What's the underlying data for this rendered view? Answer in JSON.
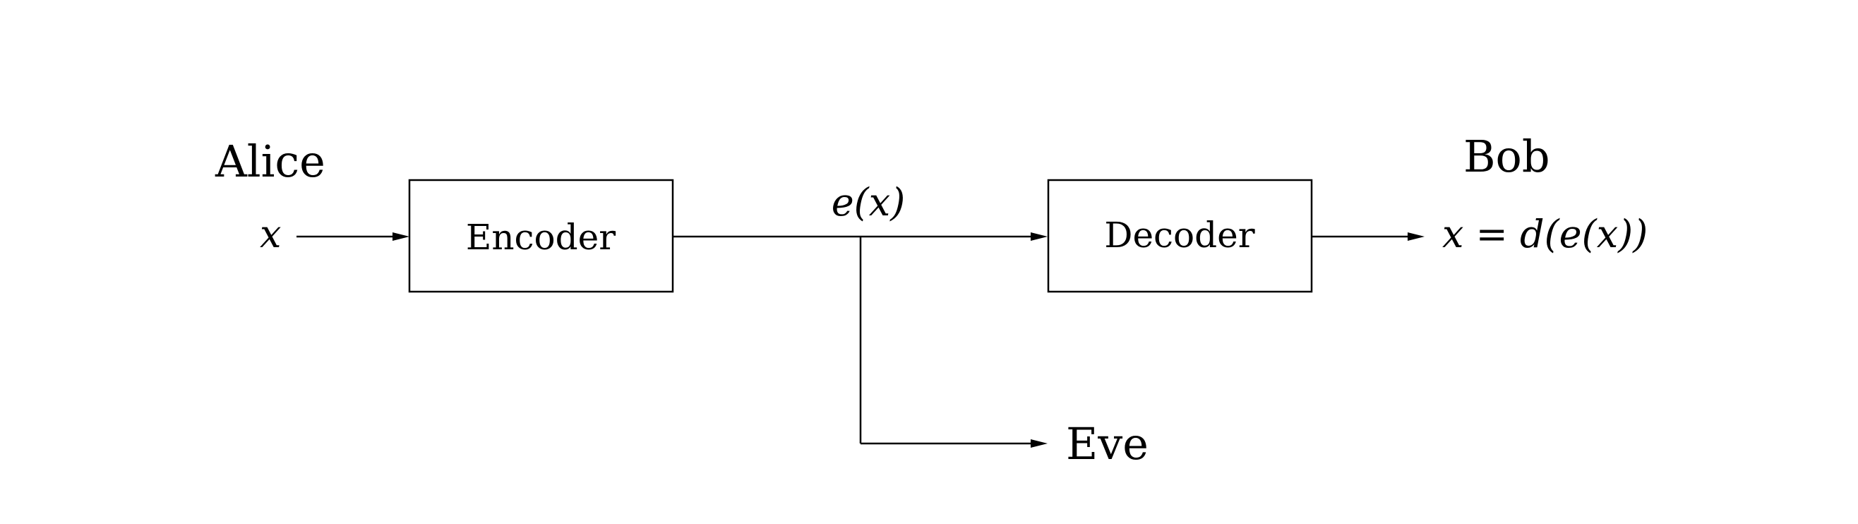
{
  "parties": {
    "sender": "Alice",
    "receiver": "Bob",
    "eavesdropper": "Eve"
  },
  "blocks": {
    "encoder": "Encoder",
    "decoder": "Decoder"
  },
  "signals": {
    "input": "x",
    "encoded": "e(x)",
    "output": "x = d(e(x))"
  }
}
